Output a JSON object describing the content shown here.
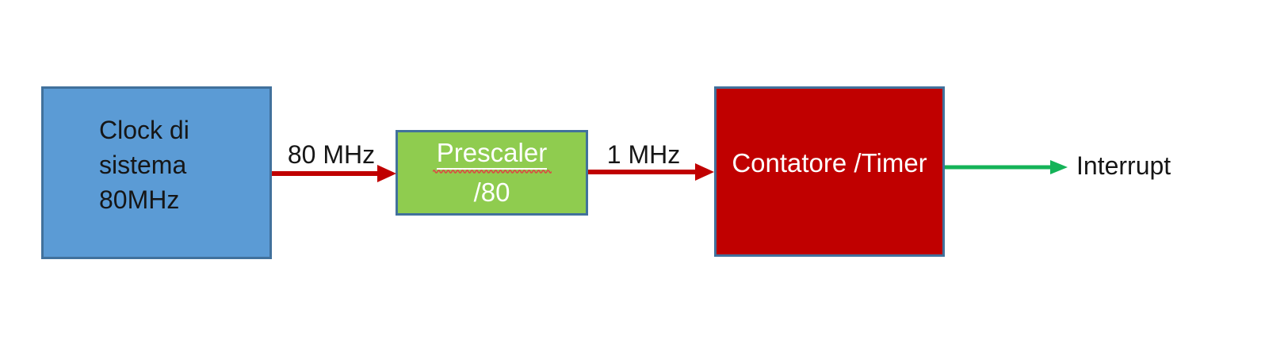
{
  "diagram": {
    "background": "#FFFFFF",
    "nodes": {
      "system_clock": {
        "lines": [
          "Clock di",
          "sistema",
          "80MHz"
        ],
        "fill": "#5B9BD5",
        "border_color": "#41719C",
        "text_color": "#161616"
      },
      "prescaler": {
        "title": "Prescaler",
        "subtitle": "/80",
        "fill": "#8FCC4F",
        "border_color": "#41719C",
        "text_color": "#FFFFFF",
        "squiggle_color": "#D94F43"
      },
      "counter_timer": {
        "label": "Contatore /Timer",
        "fill": "#C00000",
        "border_color": "#41719C",
        "text_color": "#FFFFFF"
      }
    },
    "arrows": {
      "clock_to_prescaler": {
        "label": "80 MHz",
        "color": "#C00000",
        "label_color": "#161616"
      },
      "prescaler_to_counter": {
        "label": "1 MHz",
        "color": "#C00000",
        "label_color": "#161616"
      },
      "counter_to_interrupt": {
        "label": "Interrupt",
        "color": "#14B358",
        "label_color": "#161616"
      }
    }
  }
}
